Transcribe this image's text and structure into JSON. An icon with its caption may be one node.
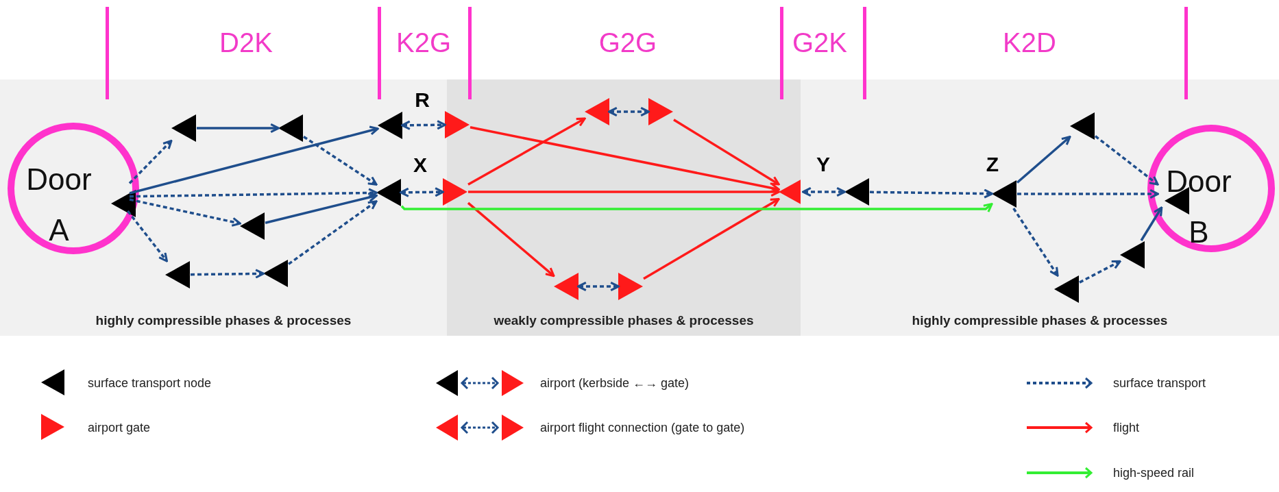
{
  "diagram": {
    "nodes": [
      {
        "text": [
          "highly compressible phases & processes"
        ]
      },
      {
        "text": [
          "weakly compressible phases & processes"
        ]
      },
      {
        "text": [
          "highly compressible phases & processes"
        ]
      },
      {
        "text": [
          "Door A"
        ],
        "in": 0
      },
      {
        "text": [],
        "shape": "triangle",
        "in": 3
      },
      {
        "text": [],
        "shape": "triangle",
        "in": 0
      },
      {
        "text": [],
        "shape": "triangle",
        "in": 0
      },
      {
        "text": [],
        "shape": "triangle",
        "in": 0,
        "beside": [
          "R"
        ]
      },
      {
        "text": [],
        "shape": "triangle",
        "in": 0,
        "beside": [
          "X"
        ]
      },
      {
        "text": [],
        "shape": "triangle",
        "in": 0
      },
      {
        "text": [],
        "shape": "triangle",
        "in": 0
      },
      {
        "text": [],
        "shape": "triangle",
        "in": 0
      },
      {
        "text": [],
        "shape": "triangle",
        "in": 1
      },
      {
        "text": [],
        "shape": "triangle",
        "in": 1
      },
      {
        "text": [],
        "shape": "triangle",
        "in": 1
      },
      {
        "text": [],
        "shape": "triangle",
        "in": 1
      },
      {
        "text": [],
        "shape": "triangle",
        "in": 1
      },
      {
        "text": [],
        "shape": "triangle",
        "in": 1
      },
      {
        "text": [],
        "shape": "triangle",
        "in": 1
      },
      {
        "text": [],
        "shape": "triangle",
        "in": 2,
        "beside": [
          "Y"
        ]
      },
      {
        "text": [],
        "shape": "triangle",
        "in": 2,
        "beside": [
          "Z"
        ]
      },
      {
        "text": [],
        "shape": "triangle",
        "in": 2
      },
      {
        "text": [
          "Door B"
        ],
        "in": 2
      },
      {
        "text": [],
        "shape": "triangle",
        "in": 22
      },
      {
        "text": [],
        "shape": "triangle",
        "in": 2
      },
      {
        "text": [],
        "shape": "triangle",
        "in": 2
      }
    ],
    "edges": [
      {
        "from": 4,
        "to": 5,
        "arrow": "to",
        "style": "dashed"
      },
      {
        "from": 5,
        "to": 6,
        "arrow": "to"
      },
      {
        "from": 6,
        "to": 8,
        "arrow": "to",
        "style": "dashed"
      },
      {
        "from": 4,
        "to": 7,
        "arrow": "to"
      },
      {
        "from": 4,
        "to": 8,
        "arrow": "to",
        "style": "dashed"
      },
      {
        "from": 4,
        "to": 9,
        "arrow": "to",
        "style": "dashed"
      },
      {
        "from": 9,
        "to": 8,
        "arrow": "to"
      },
      {
        "from": 4,
        "to": 10,
        "arrow": "to",
        "style": "dashed"
      },
      {
        "from": 10,
        "to": 11,
        "arrow": "to",
        "style": "dashed"
      },
      {
        "from": 11,
        "to": 8,
        "arrow": "to",
        "style": "dashed"
      },
      {
        "from": 7,
        "to": 12,
        "arrow": "both",
        "style": "dashed"
      },
      {
        "from": 8,
        "to": 13,
        "arrow": "both",
        "style": "dashed"
      },
      {
        "from": 12,
        "to": 18,
        "arrow": "to",
        "color": "#ff1a1a"
      },
      {
        "from": 13,
        "to": 14,
        "arrow": "to",
        "color": "#ff1a1a"
      },
      {
        "from": 14,
        "to": 15,
        "arrow": "both",
        "style": "dashed"
      },
      {
        "from": 15,
        "to": 18,
        "arrow": "to",
        "color": "#ff1a1a"
      },
      {
        "from": 13,
        "to": 18,
        "arrow": "to",
        "color": "#ff1a1a"
      },
      {
        "from": 13,
        "to": 16,
        "arrow": "to",
        "color": "#ff1a1a"
      },
      {
        "from": 16,
        "to": 17,
        "arrow": "both",
        "style": "dashed"
      },
      {
        "from": 17,
        "to": 18,
        "arrow": "to",
        "color": "#ff1a1a"
      },
      {
        "from": 18,
        "to": 19,
        "arrow": "both",
        "style": "dashed"
      },
      {
        "from": 8,
        "to": 20,
        "arrow": "to",
        "color": "#33ee33"
      },
      {
        "from": 19,
        "to": 20,
        "arrow": "to",
        "style": "dashed"
      },
      {
        "from": 20,
        "to": 21,
        "arrow": "to"
      },
      {
        "from": 20,
        "to": 23,
        "arrow": "to",
        "style": "dashed"
      },
      {
        "from": 20,
        "to": 24,
        "arrow": "to",
        "style": "dashed"
      },
      {
        "from": 24,
        "to": 25,
        "arrow": "to",
        "style": "dashed"
      },
      {
        "from": 25,
        "to": 23,
        "arrow": "to"
      },
      {
        "from": 21,
        "to": 23,
        "arrow": "to",
        "style": "dashed"
      }
    ],
    "labels": [
      "D2K",
      "K2G",
      "G2G",
      "G2K",
      "K2D"
    ],
    "legend": [
      {
        "text": "surface transport node"
      },
      {
        "text": "airport (kerbside ←→ gate)"
      },
      {
        "text": "surface transport"
      },
      {
        "text": "airport gate"
      },
      {
        "text": "airport flight connection (gate to gate)"
      },
      {
        "text": "flight"
      },
      {
        "text": "high-speed rail"
      }
    ]
  }
}
